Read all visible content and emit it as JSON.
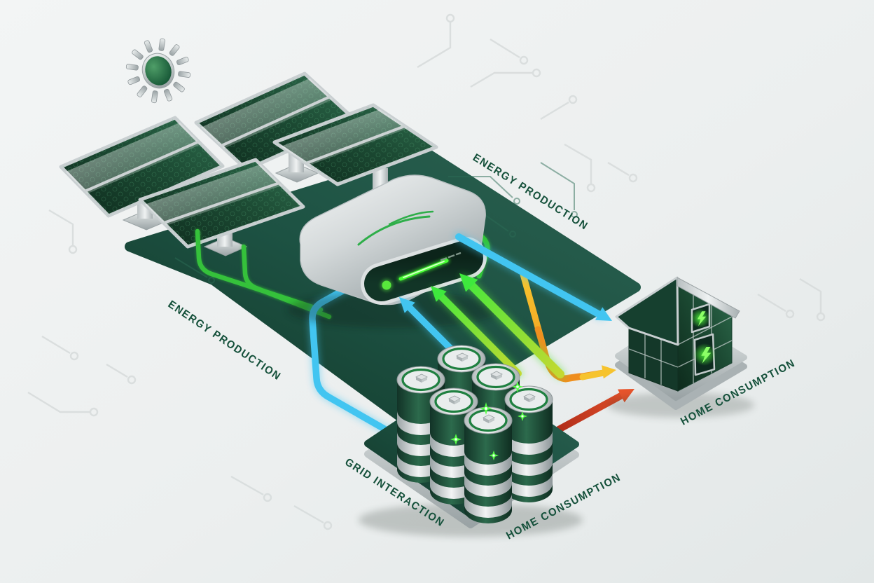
{
  "scene": {
    "labels": {
      "energy_production_top": "ENERGY PRODUCTION",
      "energy_production_left": "ENERGY PRODUCTION",
      "grid_interaction": "GRID INTERACTION",
      "home_consumption_battery": "HOME CONSUMPTION",
      "home_consumption_house": "HOME CONSUMPTION"
    },
    "components": {
      "sun": "sun",
      "solar_panel_count": 4,
      "inverter": "inverter-unit",
      "battery_count": 6,
      "house": "smart-home"
    },
    "colors": {
      "background": "#eef1f1",
      "platform_green": "#1d5243",
      "label_text": "#14503a",
      "flow_green": "#3ecb3f",
      "flow_blue": "#42c5f1",
      "flow_yellow": "#f6c02e",
      "flow_orange": "#ee8c1e",
      "flow_red": "#d84327",
      "metal_silver": "#c9cfd1",
      "glow_green": "#54f03b"
    }
  }
}
